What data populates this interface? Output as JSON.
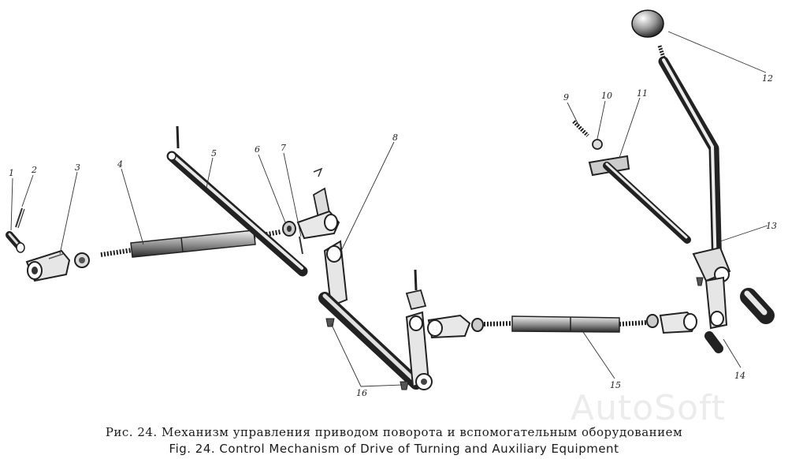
{
  "caption": {
    "ru": "Рис. 24. Механизм управления приводом поворота и вспомогательным оборудованием",
    "en": "Fig. 24. Control Mechanism of Drive of Turning and Auxiliary Equipment"
  },
  "watermark": "AutoSoft",
  "callouts": [
    "1",
    "2",
    "3",
    "4",
    "5",
    "6",
    "7",
    "8",
    "9",
    "10",
    "11",
    "12",
    "13",
    "14",
    "15",
    "16"
  ]
}
